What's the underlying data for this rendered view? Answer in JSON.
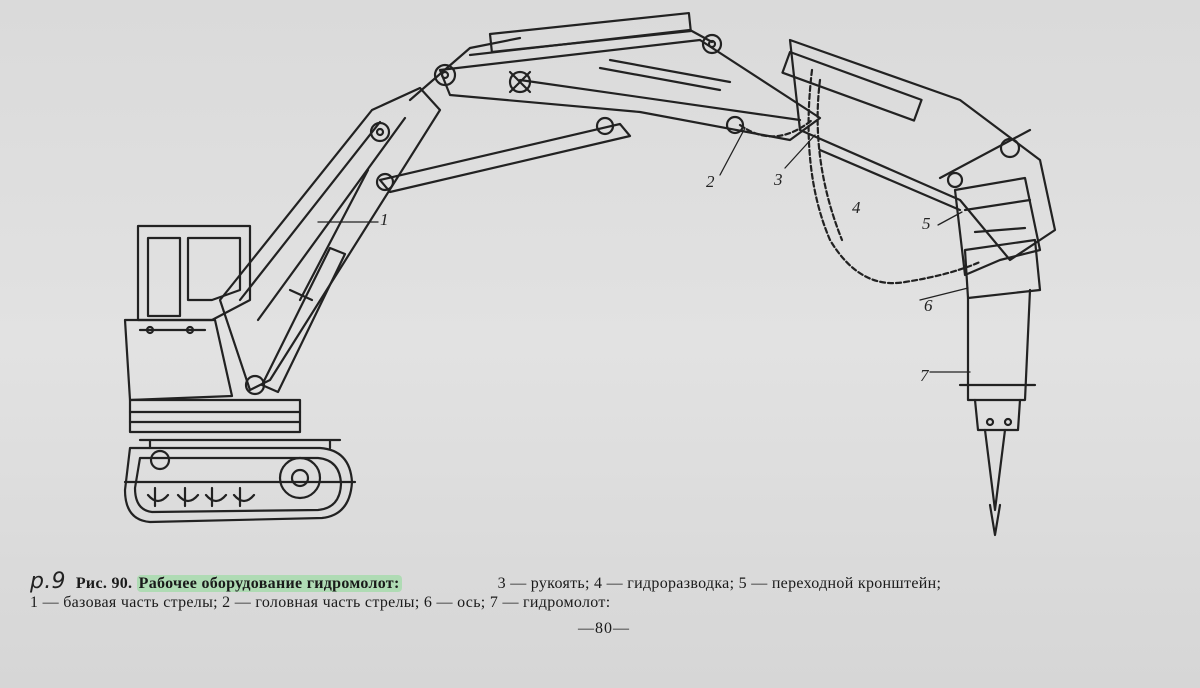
{
  "callouts": [
    {
      "id": "1",
      "text": "1"
    },
    {
      "id": "2",
      "text": "2"
    },
    {
      "id": "3",
      "text": "3"
    },
    {
      "id": "4",
      "text": "4"
    },
    {
      "id": "5",
      "text": "5"
    },
    {
      "id": "6",
      "text": "6"
    },
    {
      "id": "7",
      "text": "7"
    }
  ],
  "caption": {
    "handwritten_note": "р.9",
    "figure_label": "Рис. 90.",
    "figure_title": "Рабочее оборудование гидромолот:",
    "line1_rest": "3 — рукоять; 4 — гидроразводка; 5 — переходной кронштейн;",
    "line2": "1 — базовая часть стрелы; 2 — головная часть стрелы;   6 — ось; 7 — гидромолот:"
  },
  "page_number": "—80—",
  "colors": {
    "paper": "#dcdcdc",
    "ink": "#1a1a1a",
    "highlighter": "#8cdc96"
  }
}
